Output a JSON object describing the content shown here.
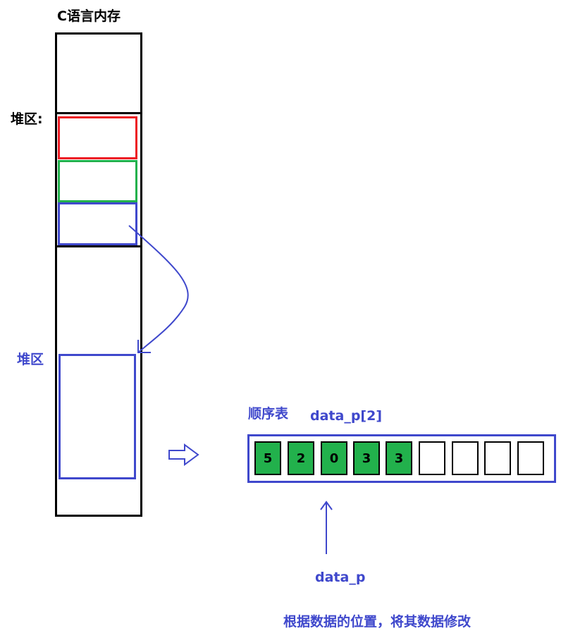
{
  "memory": {
    "title": "C语言内存",
    "heap_label_top": "堆区:",
    "heap_label_bottom": "堆区"
  },
  "seq_list": {
    "title": "顺序表",
    "index_label": "data_p[2]",
    "cells": [
      "5",
      "2",
      "0",
      "3",
      "3",
      "",
      "",
      "",
      ""
    ],
    "filled_count": 5
  },
  "pointer": {
    "label": "data_p"
  },
  "caption": "根据数据的位置，将其数据修改",
  "colors": {
    "blue": "#3f48cc",
    "green": "#22b14c",
    "red": "#ed1c24",
    "black": "#000000"
  }
}
